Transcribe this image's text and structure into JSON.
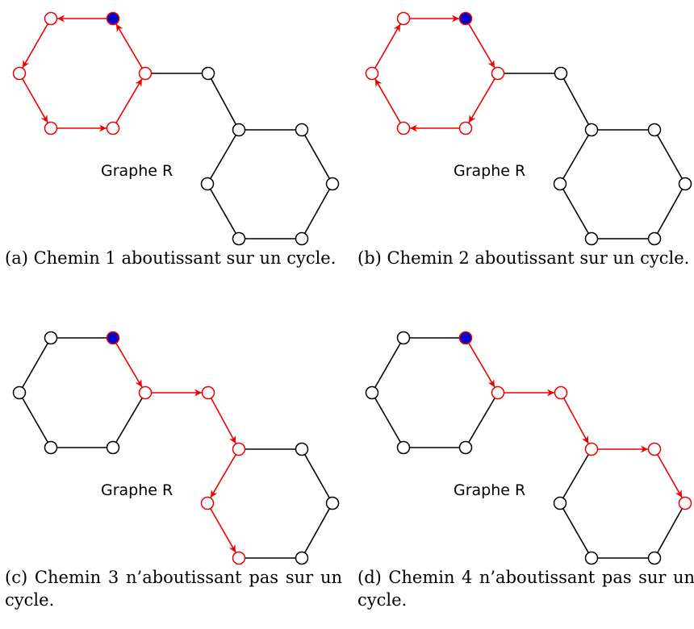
{
  "graph_label": "Graphe R",
  "colors": {
    "path": "#ee0000",
    "edge": "#000000",
    "start_fill": "#0000cc"
  },
  "graph": {
    "start_node": "n1",
    "nodes": [
      "n0",
      "n1",
      "n2",
      "n3",
      "n4",
      "n5",
      "b0",
      "m0",
      "m1",
      "m2",
      "m3",
      "m4",
      "m5"
    ],
    "edges": [
      [
        "n0",
        "n1"
      ],
      [
        "n1",
        "n2"
      ],
      [
        "n2",
        "n3"
      ],
      [
        "n3",
        "n4"
      ],
      [
        "n4",
        "n5"
      ],
      [
        "n5",
        "n0"
      ],
      [
        "n2",
        "b0"
      ],
      [
        "b0",
        "m0"
      ],
      [
        "m0",
        "m1"
      ],
      [
        "m1",
        "m2"
      ],
      [
        "m2",
        "m3"
      ],
      [
        "m3",
        "m4"
      ],
      [
        "m4",
        "m5"
      ],
      [
        "m5",
        "m0"
      ]
    ]
  },
  "panels": [
    {
      "id": "a",
      "caption": "(a) Chemin 1 aboutissant sur un cycle.",
      "path": [
        "n1",
        "n0",
        "n5",
        "n4",
        "n3",
        "n2",
        "n1"
      ]
    },
    {
      "id": "b",
      "caption": "(b) Chemin 2 aboutissant sur un cycle.",
      "path": [
        "n0",
        "n1",
        "n2",
        "n3",
        "n4",
        "n5",
        "n0"
      ]
    },
    {
      "id": "c",
      "caption": "(c) Chemin 3 n’aboutissant pas sur un cycle.",
      "path": [
        "n1",
        "n2",
        "b0",
        "m0",
        "m5",
        "m4"
      ]
    },
    {
      "id": "d",
      "caption": "(d) Chemin 4 n’aboutissant pas sur un cycle.",
      "path": [
        "n1",
        "n2",
        "b0",
        "m0",
        "m1",
        "m2"
      ]
    }
  ]
}
